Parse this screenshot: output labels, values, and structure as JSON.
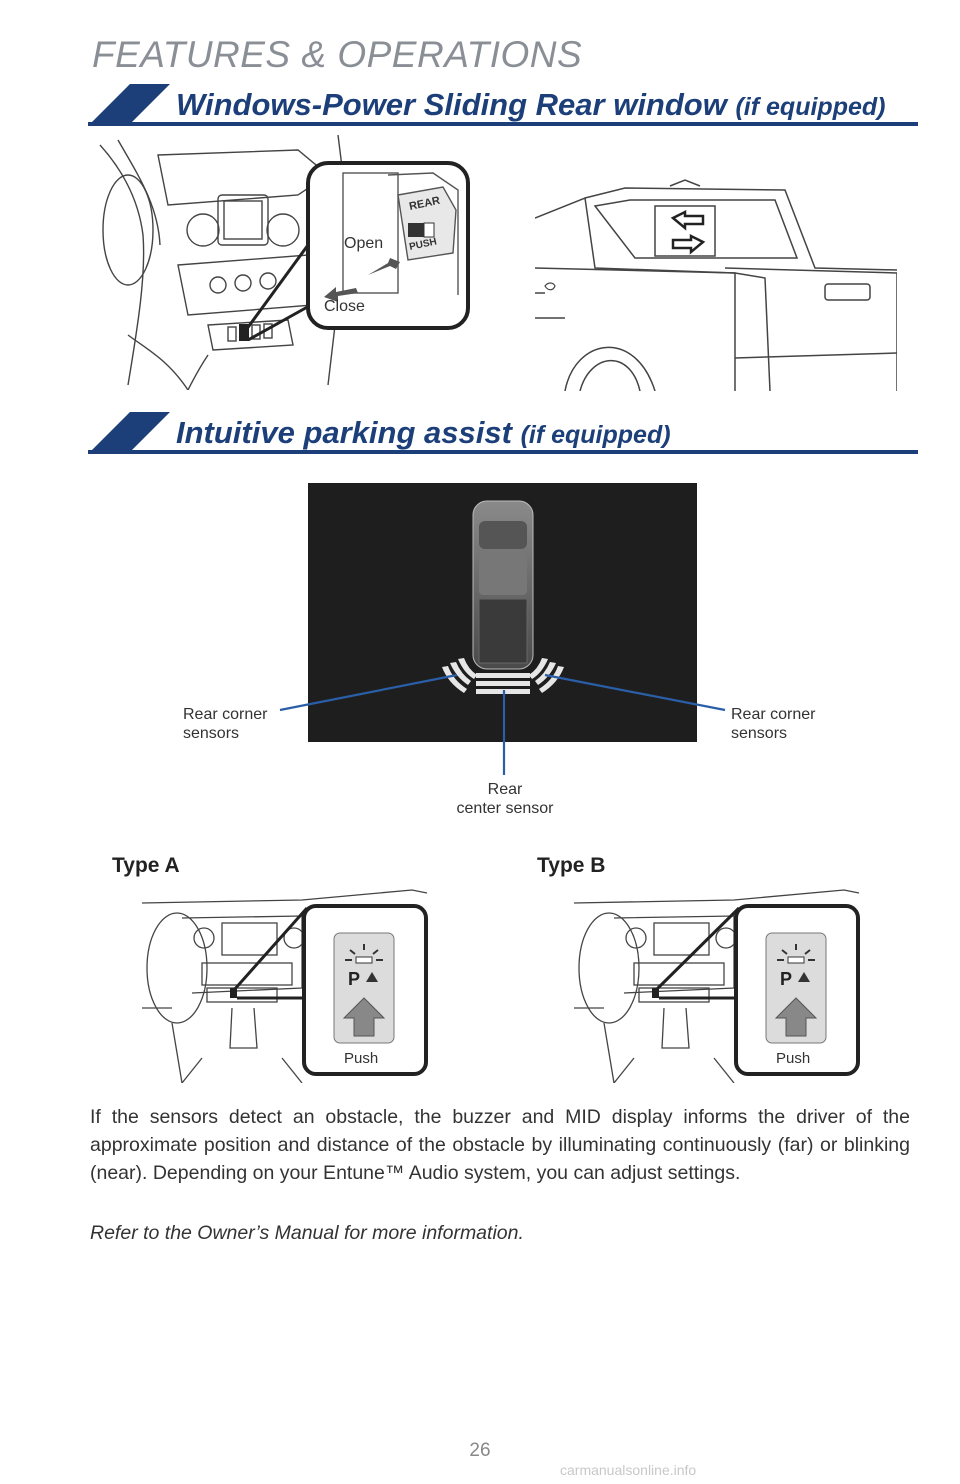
{
  "header": {
    "title": "FEATURES & OPERATIONS"
  },
  "sections": [
    {
      "title": "Windows-Power Sliding Rear window",
      "suffix": "(if equipped)"
    },
    {
      "title": "Intuitive parking assist",
      "suffix": "(if equipped)"
    }
  ],
  "window_figure": {
    "open_label": "Open",
    "close_label": "Close",
    "switch_top": "REAR",
    "switch_bottom": "PUSH"
  },
  "parking_figure": {
    "left_sensor_label": [
      "Rear corner",
      "sensors"
    ],
    "right_sensor_label": [
      "Rear corner",
      "sensors"
    ],
    "center_sensor_label": [
      "Rear",
      "center sensor"
    ]
  },
  "types": [
    {
      "label": "Type A",
      "push_label": "Push"
    },
    {
      "label": "Type B",
      "push_label": "Push"
    }
  ],
  "body": {
    "paragraph": "If the sensors detect an obstacle, the buzzer and MID display informs the driver of the approximate position and distance of the obstacle by illuminating continuously (far) or blinking (near). Depending on your Entune™ Audio system, you can adjust settings.",
    "note": "Refer to the Owner’s Manual for more information."
  },
  "footer": {
    "page_number": "26",
    "watermark": "carmanualsonline.info"
  },
  "colors": {
    "brand_blue": "#1c3f7a",
    "header_gray": "#8a8f96",
    "sensor_blue": "#2a5fa8"
  }
}
